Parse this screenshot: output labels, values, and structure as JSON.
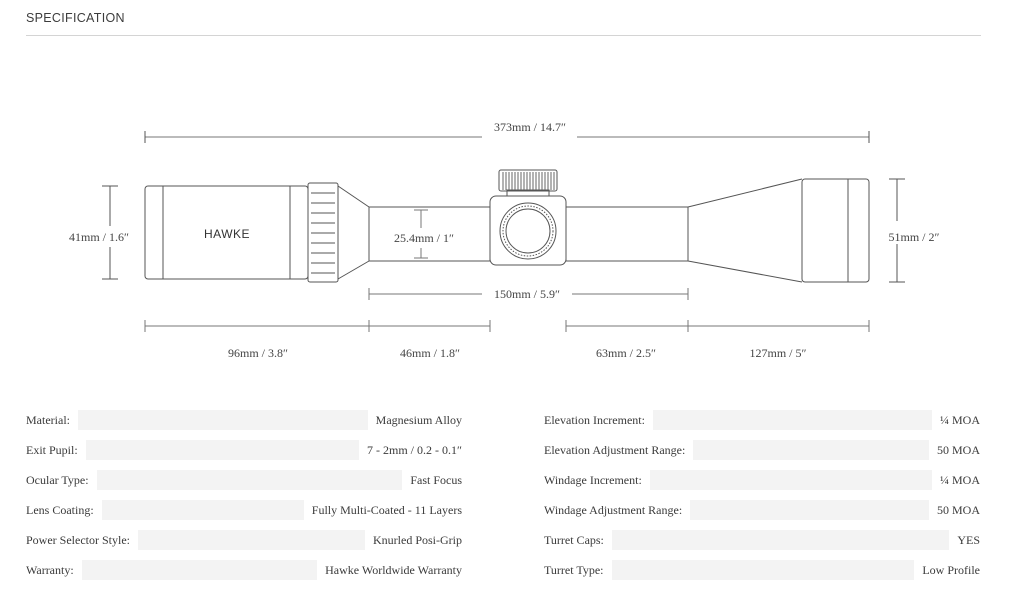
{
  "header": {
    "title": "SPECIFICATION"
  },
  "diagram": {
    "brand": "HAWKE",
    "dims": {
      "overall_length": "373mm / 14.7″",
      "ocular_diameter": "41mm / 1.6″",
      "tube_diameter": "25.4mm / 1″",
      "mounting_length": "150mm / 5.9″",
      "objective_diameter": "51mm / 2″",
      "seg_ocular": "96mm / 3.8″",
      "seg_front_tube": "46mm / 1.8″",
      "seg_rear_tube": "63mm / 2.5″",
      "seg_objective": "127mm / 5″"
    }
  },
  "specs_left": [
    {
      "label": "Material:",
      "value": "Magnesium Alloy"
    },
    {
      "label": "Exit Pupil:",
      "value": "7 - 2mm / 0.2 - 0.1″"
    },
    {
      "label": "Ocular Type:",
      "value": "Fast Focus"
    },
    {
      "label": "Lens Coating:",
      "value": "Fully Multi-Coated - 11 Layers"
    },
    {
      "label": "Power Selector Style:",
      "value": "Knurled Posi-Grip"
    },
    {
      "label": "Warranty:",
      "value": "Hawke Worldwide Warranty"
    }
  ],
  "specs_right": [
    {
      "label": "Elevation Increment:",
      "value": "¼ MOA"
    },
    {
      "label": "Elevation Adjustment Range:",
      "value": "50 MOA"
    },
    {
      "label": "Windage Increment:",
      "value": "¼ MOA"
    },
    {
      "label": "Windage Adjustment Range:",
      "value": "50 MOA"
    },
    {
      "label": "Turret Caps:",
      "value": "YES"
    },
    {
      "label": "Turret Type:",
      "value": "Low Profile"
    }
  ]
}
